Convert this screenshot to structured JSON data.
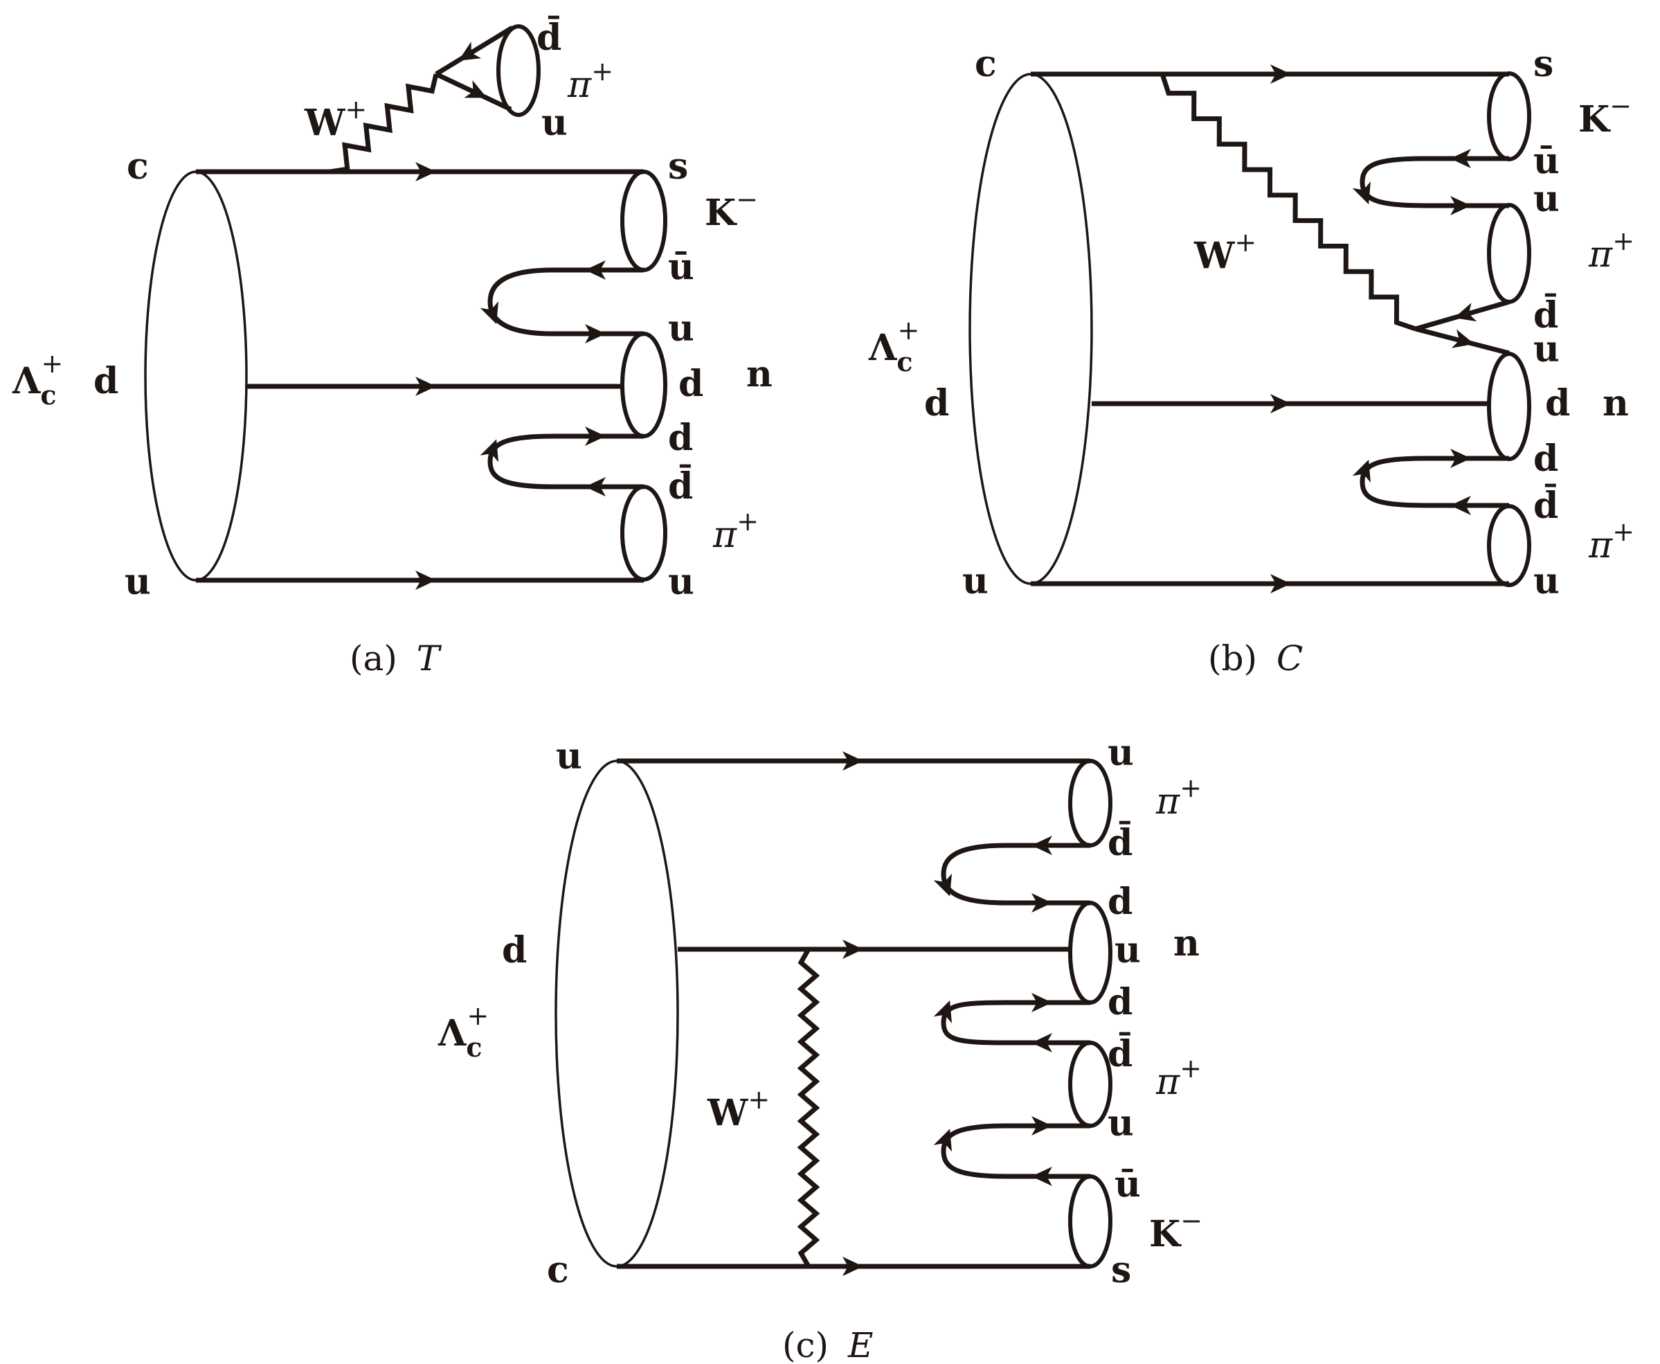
{
  "figure": {
    "ink_color": "#1e1613",
    "background": "#ffffff",
    "panels": [
      {
        "id": "a",
        "caption_prefix": "(a)",
        "caption_label": "T",
        "baryon": {
          "symbol": "Λ",
          "sub": "c",
          "sup": "+"
        },
        "w_label": {
          "symbol": "W",
          "sup": "+"
        },
        "left_quarks": [
          "c",
          "d",
          "u"
        ],
        "emitted_meson": {
          "name": "π",
          "sup": "+",
          "quarks": [
            "d̄",
            "u"
          ]
        },
        "right_quark_labels": [
          "s",
          "ū",
          "u",
          "d",
          "d",
          "d̄",
          "u"
        ],
        "hadrons": [
          {
            "name": "K",
            "sup": "−"
          },
          {
            "name": "n",
            "sup": ""
          },
          {
            "name": "π",
            "sup": "+"
          }
        ]
      },
      {
        "id": "b",
        "caption_prefix": "(b)",
        "caption_label": "C",
        "baryon": {
          "symbol": "Λ",
          "sub": "c",
          "sup": "+"
        },
        "w_label": {
          "symbol": "W",
          "sup": "+"
        },
        "left_quarks": [
          "c",
          "d",
          "u"
        ],
        "right_quark_labels": [
          "s",
          "ū",
          "u",
          "d̄",
          "u",
          "d",
          "d",
          "d̄",
          "u"
        ],
        "hadrons": [
          {
            "name": "K",
            "sup": "−"
          },
          {
            "name": "π",
            "sup": "+"
          },
          {
            "name": "n",
            "sup": ""
          },
          {
            "name": "π",
            "sup": "+"
          }
        ]
      },
      {
        "id": "c",
        "caption_prefix": "(c)",
        "caption_label": "E",
        "baryon": {
          "symbol": "Λ",
          "sub": "c",
          "sup": "+"
        },
        "w_label": {
          "symbol": "W",
          "sup": "+"
        },
        "left_quarks": [
          "u",
          "d",
          "c"
        ],
        "right_quark_labels": [
          "u",
          "d̄",
          "d",
          "u",
          "d",
          "d̄",
          "u",
          "ū",
          "s"
        ],
        "hadrons": [
          {
            "name": "π",
            "sup": "+"
          },
          {
            "name": "n",
            "sup": ""
          },
          {
            "name": "π",
            "sup": "+"
          },
          {
            "name": "K",
            "sup": "−"
          }
        ]
      }
    ]
  }
}
